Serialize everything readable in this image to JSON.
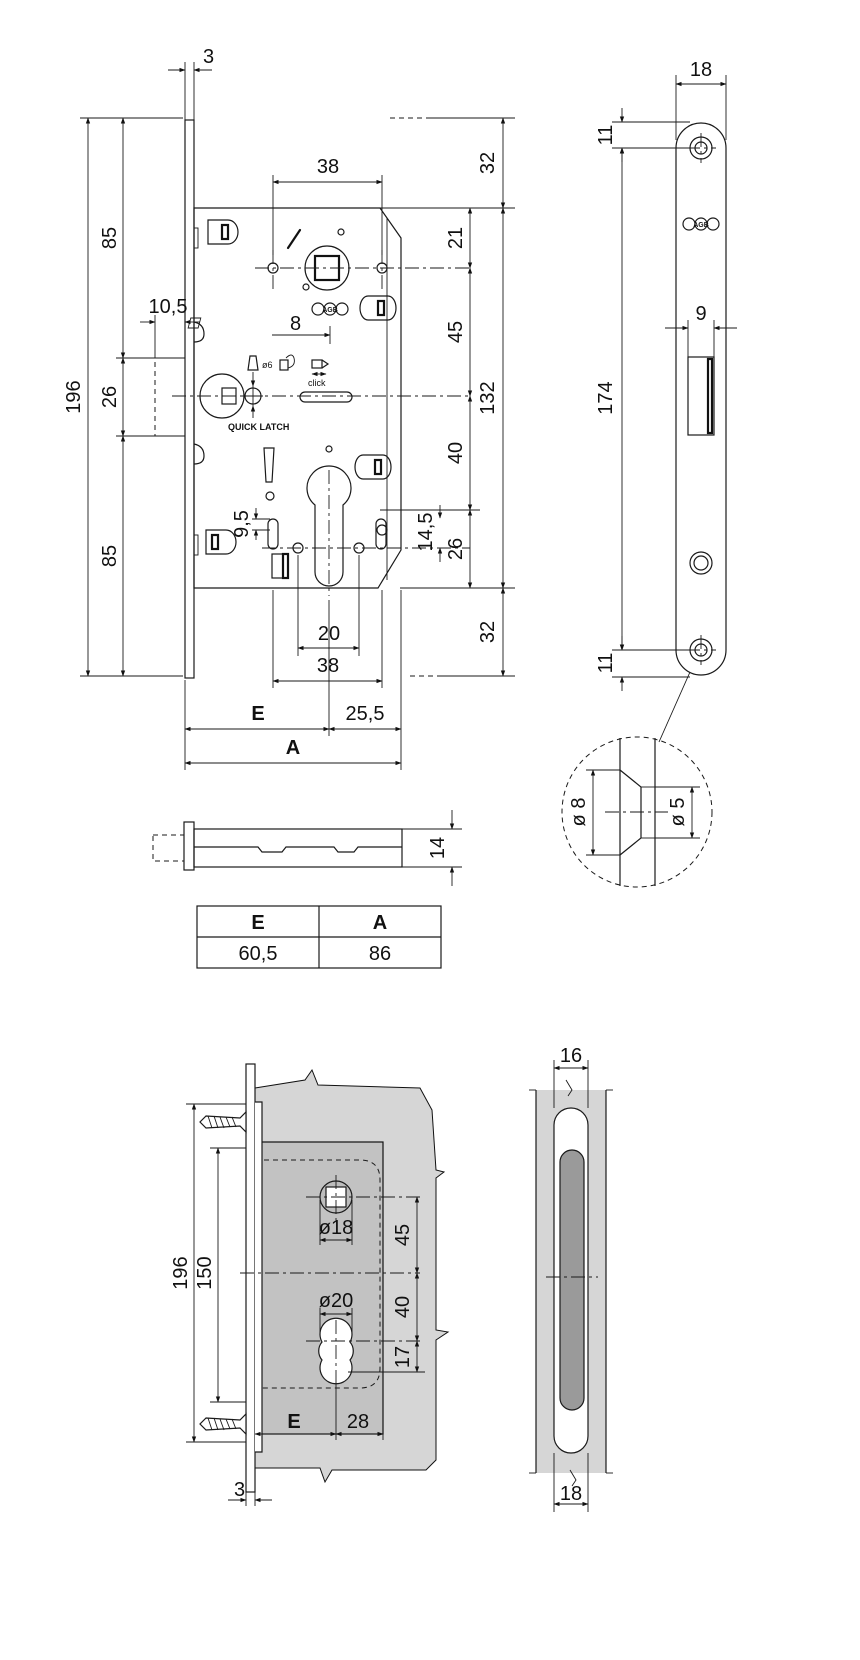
{
  "front_view": {
    "dims": {
      "faceplate_thickness": "3",
      "backset_spacing_top": "38",
      "top_offset": "32",
      "top_to_spindle": "21",
      "total_height": "196",
      "upper_section": "85",
      "latch_section": "26",
      "lower_section": "85",
      "latch_projection": "10,5",
      "pin_width": "8",
      "spindle_to_latch": "45",
      "case_height": "132",
      "latch_to_cylinder": "40",
      "cylinder_offset": "14,5",
      "cylinder_height": "26",
      "cylinder_hole": "9,5",
      "cylinder_spacing": "20",
      "spacing_bottom": "38",
      "bottom_offset": "32",
      "backset_label": "E",
      "rear_offset": "25,5",
      "overall_label": "A"
    },
    "labels": {
      "quick_latch": "QUICK LATCH",
      "click": "click",
      "diameter_six": "ø6",
      "brand": "AGB"
    }
  },
  "faceplate_view": {
    "dims": {
      "width": "18",
      "top_hole_offset": "11",
      "hole_spacing": "174",
      "latch_width": "9",
      "bottom_hole_offset": "11"
    },
    "brand": "AGB"
  },
  "detail_view": {
    "outer_diameter": "ø 8",
    "inner_diameter": "ø 5"
  },
  "top_view": {
    "depth": "14"
  },
  "dimension_table": {
    "headers": [
      "E",
      "A"
    ],
    "values": [
      "60,5",
      "86"
    ]
  },
  "installed_view": {
    "dims": {
      "total_height": "196",
      "screw_spacing": "150",
      "spindle_diameter": "ø18",
      "spindle_to_latch": "45",
      "latch_to_cylinder": "40",
      "cylinder_diameter": "ø20",
      "cylinder_offset": "17",
      "backset_label": "E",
      "rear_offset": "28",
      "faceplate_thickness": "3"
    }
  },
  "side_view": {
    "top_width": "16",
    "bottom_width": "18"
  }
}
